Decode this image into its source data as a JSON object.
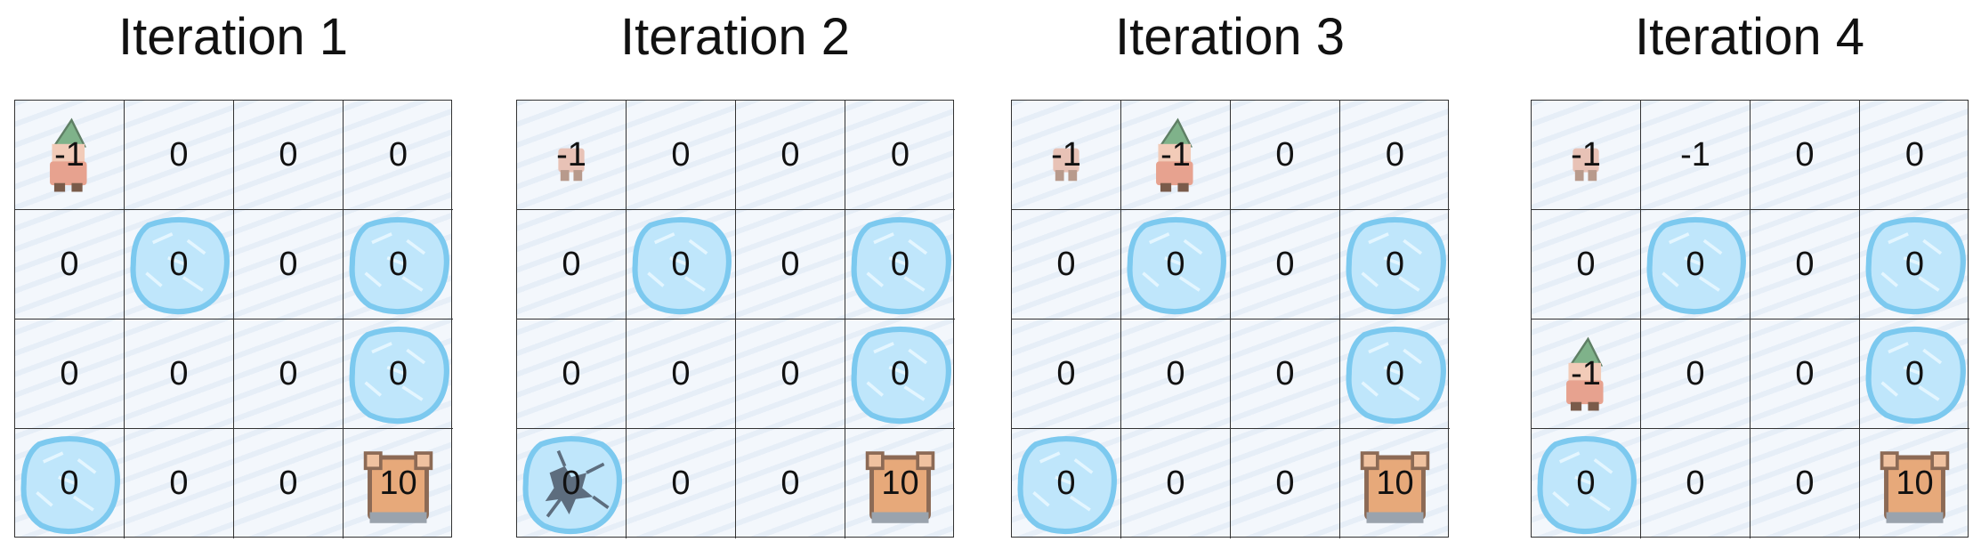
{
  "panels": [
    {
      "title": "Iteration 1",
      "grid": [
        [
          {
            "v": "-1",
            "t": "elf"
          },
          {
            "v": "0",
            "t": "ice"
          },
          {
            "v": "0",
            "t": "ice"
          },
          {
            "v": "0",
            "t": "ice"
          }
        ],
        [
          {
            "v": "0",
            "t": "ice"
          },
          {
            "v": "0",
            "t": "hole"
          },
          {
            "v": "0",
            "t": "ice"
          },
          {
            "v": "0",
            "t": "hole"
          }
        ],
        [
          {
            "v": "0",
            "t": "ice"
          },
          {
            "v": "0",
            "t": "ice"
          },
          {
            "v": "0",
            "t": "ice"
          },
          {
            "v": "0",
            "t": "hole"
          }
        ],
        [
          {
            "v": "0",
            "t": "hole"
          },
          {
            "v": "0",
            "t": "ice"
          },
          {
            "v": "0",
            "t": "ice"
          },
          {
            "v": "10",
            "t": "goal"
          }
        ]
      ]
    },
    {
      "title": "Iteration 2",
      "grid": [
        [
          {
            "v": "-1",
            "t": "stool"
          },
          {
            "v": "0",
            "t": "ice"
          },
          {
            "v": "0",
            "t": "ice"
          },
          {
            "v": "0",
            "t": "ice"
          }
        ],
        [
          {
            "v": "0",
            "t": "ice"
          },
          {
            "v": "0",
            "t": "hole"
          },
          {
            "v": "0",
            "t": "ice"
          },
          {
            "v": "0",
            "t": "hole"
          }
        ],
        [
          {
            "v": "0",
            "t": "ice"
          },
          {
            "v": "0",
            "t": "ice"
          },
          {
            "v": "0",
            "t": "ice"
          },
          {
            "v": "0",
            "t": "hole"
          }
        ],
        [
          {
            "v": "0",
            "t": "cracked"
          },
          {
            "v": "0",
            "t": "ice"
          },
          {
            "v": "0",
            "t": "ice"
          },
          {
            "v": "10",
            "t": "goal"
          }
        ]
      ]
    },
    {
      "title": "Iteration 3",
      "grid": [
        [
          {
            "v": "-1",
            "t": "stool"
          },
          {
            "v": "-1",
            "t": "elf"
          },
          {
            "v": "0",
            "t": "ice"
          },
          {
            "v": "0",
            "t": "ice"
          }
        ],
        [
          {
            "v": "0",
            "t": "ice"
          },
          {
            "v": "0",
            "t": "hole"
          },
          {
            "v": "0",
            "t": "ice"
          },
          {
            "v": "0",
            "t": "hole"
          }
        ],
        [
          {
            "v": "0",
            "t": "ice"
          },
          {
            "v": "0",
            "t": "ice"
          },
          {
            "v": "0",
            "t": "ice"
          },
          {
            "v": "0",
            "t": "hole"
          }
        ],
        [
          {
            "v": "0",
            "t": "hole"
          },
          {
            "v": "0",
            "t": "ice"
          },
          {
            "v": "0",
            "t": "ice"
          },
          {
            "v": "10",
            "t": "goal"
          }
        ]
      ]
    },
    {
      "title": "Iteration 4",
      "grid": [
        [
          {
            "v": "-1",
            "t": "stool"
          },
          {
            "v": "-1",
            "t": "ice"
          },
          {
            "v": "0",
            "t": "ice"
          },
          {
            "v": "0",
            "t": "ice"
          }
        ],
        [
          {
            "v": "0",
            "t": "ice"
          },
          {
            "v": "0",
            "t": "hole"
          },
          {
            "v": "0",
            "t": "ice"
          },
          {
            "v": "0",
            "t": "hole"
          }
        ],
        [
          {
            "v": "-1",
            "t": "elf"
          },
          {
            "v": "0",
            "t": "ice"
          },
          {
            "v": "0",
            "t": "ice"
          },
          {
            "v": "0",
            "t": "hole"
          }
        ],
        [
          {
            "v": "0",
            "t": "hole"
          },
          {
            "v": "0",
            "t": "ice"
          },
          {
            "v": "0",
            "t": "ice"
          },
          {
            "v": "10",
            "t": "goal"
          }
        ]
      ]
    }
  ],
  "colors": {
    "ice_background": "#f3f7fc",
    "hole_fill": "#bfe6fb",
    "hole_edge": "#7cc9ef",
    "goal_box": "#e7a97a",
    "elf_hat": "#7fb28a",
    "elf_face": "#e7a28f",
    "grid_line": "#333333"
  }
}
